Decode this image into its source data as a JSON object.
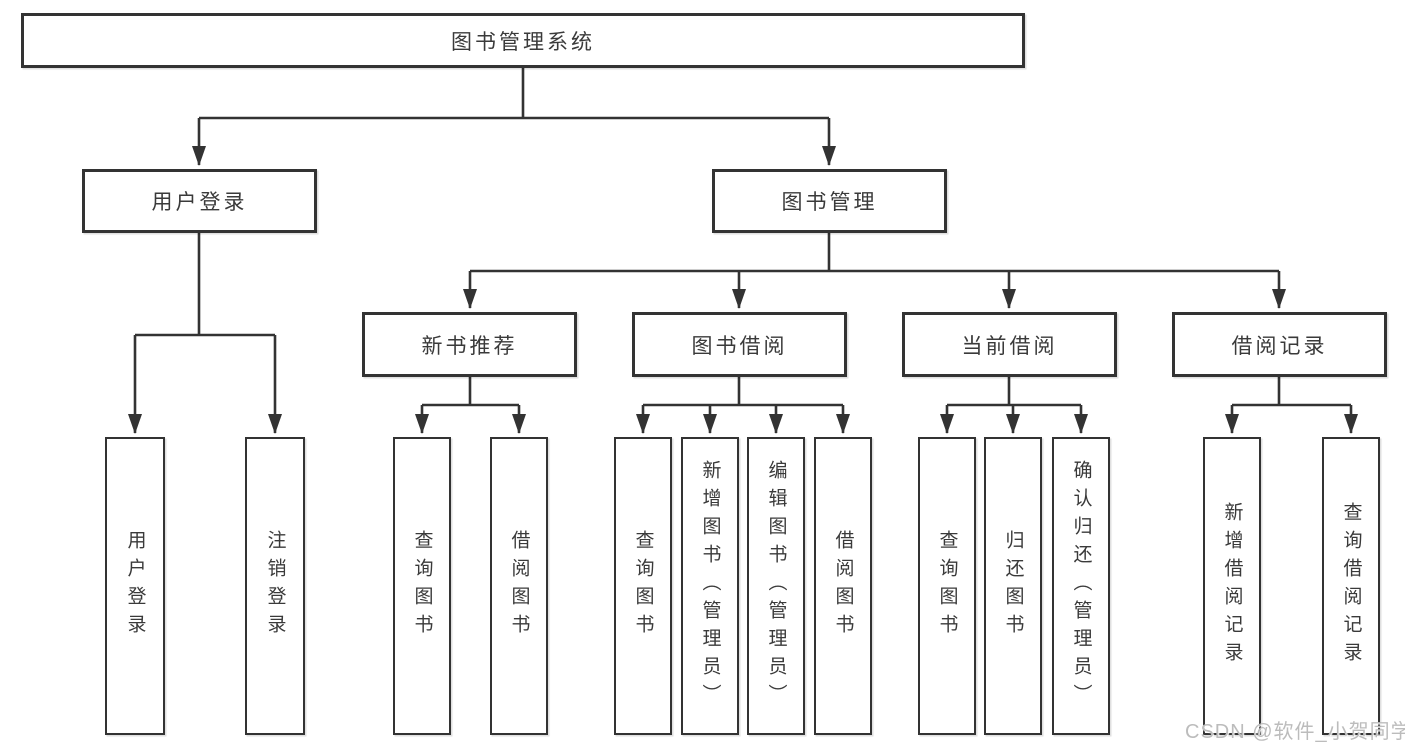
{
  "tree": {
    "root": {
      "label": "图书管理系统",
      "children": [
        {
          "label": "用户登录",
          "children": [
            {
              "label": "用户登录"
            },
            {
              "label": "注销登录"
            }
          ]
        },
        {
          "label": "图书管理",
          "children": [
            {
              "label": "新书推荐",
              "children": [
                {
                  "label": "查询图书"
                },
                {
                  "label": "借阅图书"
                }
              ]
            },
            {
              "label": "图书借阅",
              "children": [
                {
                  "label": "查询图书"
                },
                {
                  "label": "新增图书（管理员）"
                },
                {
                  "label": "编辑图书（管理员）"
                },
                {
                  "label": "借阅图书"
                }
              ]
            },
            {
              "label": "当前借阅",
              "children": [
                {
                  "label": "查询图书"
                },
                {
                  "label": "归还图书"
                },
                {
                  "label": "确认归还（管理员）"
                }
              ]
            },
            {
              "label": "借阅记录",
              "children": [
                {
                  "label": "新增借阅记录"
                },
                {
                  "label": "查询借阅记录"
                }
              ]
            }
          ]
        }
      ]
    }
  },
  "watermark": "CSDN @软件_小贺同学",
  "colors": {
    "line": "#333333",
    "box_fill": "#ffffff",
    "text": "#3a3a3a",
    "watermark": "#bcbcbc",
    "background": "#ffffff"
  }
}
